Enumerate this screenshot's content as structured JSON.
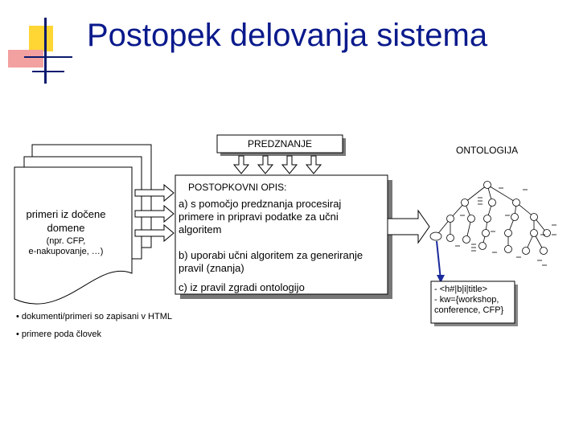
{
  "slide": {
    "title": "Postopek delovanja sistema"
  },
  "diagram": {
    "predznanje_label": "PREDZNANJE",
    "ontologija_label": "ONTOLOGIJA",
    "postopkovni_title": "POSTOPKOVNI OPIS:",
    "step_a": [
      "a) s pomočjo predznanja procesiraj",
      "primere in pripravi podatke za učni",
      "algoritem"
    ],
    "step_b": [
      "b) uporabi učni algoritem za generiranje",
      "pravil (znanja)"
    ],
    "step_c": "c) iz pravil zgradi ontologijo",
    "docs_title_line1": "primeri iz dočene",
    "docs_title_line2": "domene",
    "docs_sub_line1": "(npr. CFP,",
    "docs_sub_line2": "e-nakupovanje, …)",
    "bullet1": "dokumenti/primeri so zapisani v HTML",
    "bullet2": "primere poda človek",
    "rule_box": [
      "- <h#|b|i|title>",
      "- kw={workshop,",
      "conference, CFP}"
    ]
  }
}
